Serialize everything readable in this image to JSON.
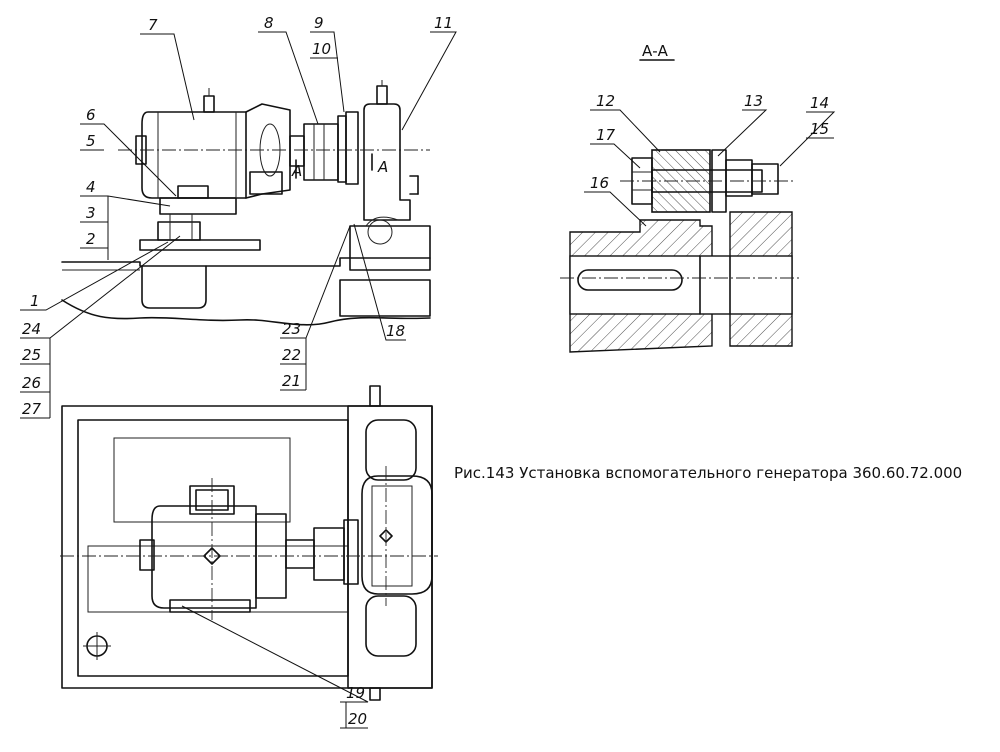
{
  "caption": "Рис.143 Установка вспомогательного генератора 360.60.72.000",
  "section_title": "А-А",
  "view_marks": [
    "А",
    "А"
  ],
  "callouts": [
    "1",
    "2",
    "3",
    "4",
    "5",
    "6",
    "7",
    "8",
    "9",
    "10",
    "11",
    "12",
    "13",
    "14",
    "15",
    "16",
    "17",
    "18",
    "19",
    "20",
    "21",
    "22",
    "23",
    "24",
    "25",
    "26",
    "27"
  ]
}
